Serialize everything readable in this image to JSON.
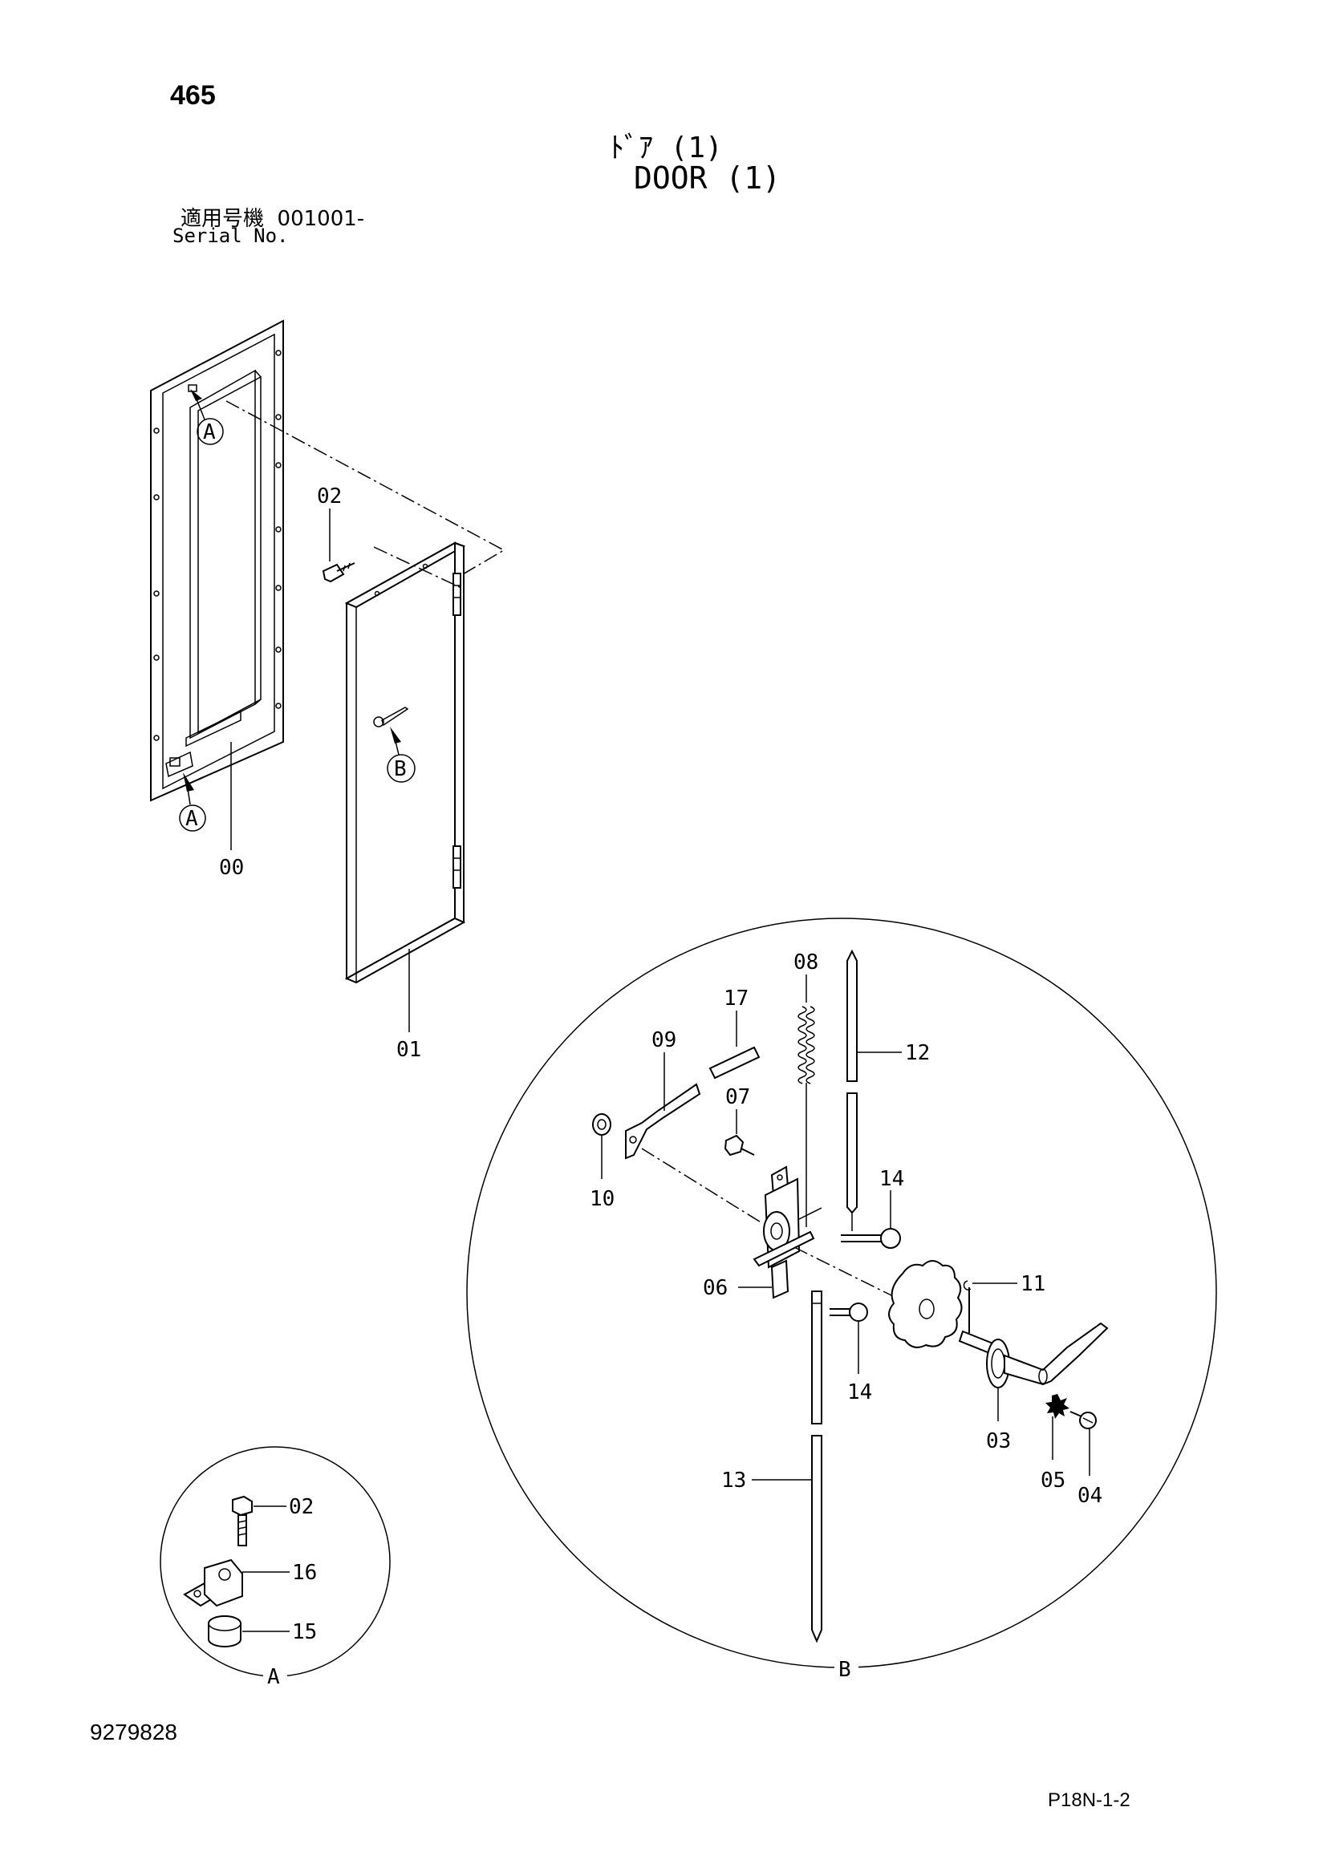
{
  "header": {
    "page_number": "465",
    "title_jp": "ﾄﾞｱ (1)",
    "title_en": "DOOR (1)",
    "serial_label_jp": "適用号機",
    "serial_value": "001001-",
    "serial_label_en": "Serial No."
  },
  "callouts": {
    "frame": "00",
    "door": "01",
    "bolt_02": "02",
    "detail_a_bolt": "02",
    "handle": "03",
    "screw": "04",
    "washer_05": "05",
    "bracket": "06",
    "bolt_07": "07",
    "spring": "08",
    "lever": "09",
    "washer_10": "10",
    "pin_11": "11",
    "rod_upper": "12",
    "rod_lower": "13",
    "pin_14_upper": "14",
    "pin_14_lower": "14",
    "cushion": "15",
    "stopper": "16",
    "strip": "17"
  },
  "markers": {
    "a_top": "A",
    "a_bottom": "A",
    "b_door": "B",
    "detail_a_label": "A",
    "detail_b_label": "B"
  },
  "footer": {
    "doc_number": "9279828",
    "page_code": "P18N-1-2"
  }
}
